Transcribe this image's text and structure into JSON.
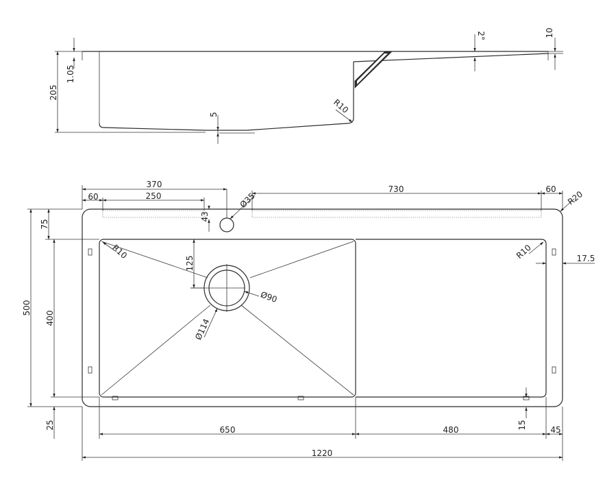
{
  "side_view": {
    "dims": {
      "overall_height": "205",
      "flange": "1.05",
      "bottom_step": "5",
      "corner_radius": "R10",
      "slope": "2°",
      "drainboard_edge": "10"
    }
  },
  "plan_view": {
    "dims": {
      "overall_length": "1220",
      "overall_width": "500",
      "bowl_height": "400",
      "top_margin": "75",
      "bottom_margin": "25",
      "left_offset": "60",
      "left_rim_length": "250",
      "tap_hole_position": "370",
      "right_rim_length": "730",
      "right_offset": "60",
      "outer_radius": "R20",
      "tap_hole": "Ø35",
      "tap_hole_depth": "43",
      "drain_offset": "125",
      "drain_inner": "Ø90",
      "drain_outer": "Ø114",
      "bowl_corner_radius_left": "R10",
      "bowl_corner_radius_right": "R10",
      "right_edge": "17.5",
      "bowl_width": "650",
      "drainboard_width": "480",
      "bottom_step": "15",
      "right_rim": "45"
    }
  }
}
